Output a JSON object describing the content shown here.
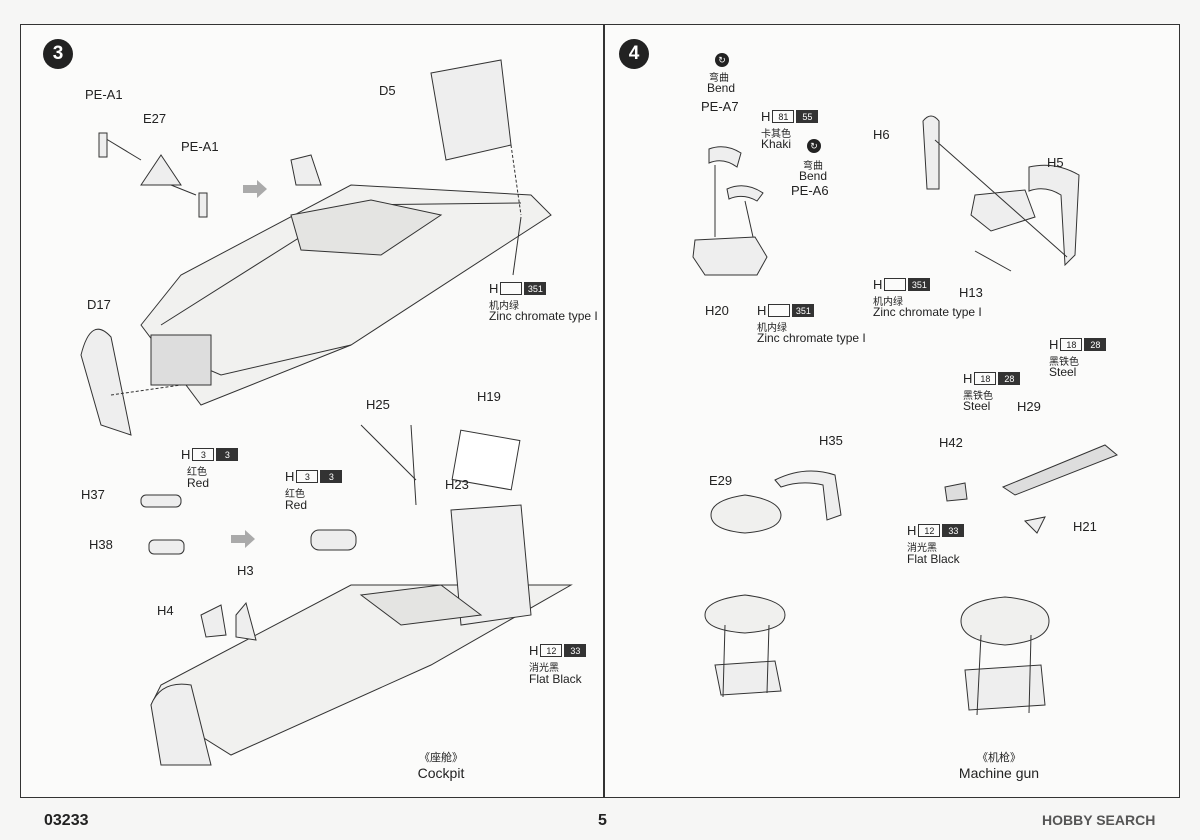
{
  "steps": {
    "s3": "3",
    "s4": "4"
  },
  "parts3": {
    "pe_a1_top": "PE-A1",
    "e27": "E27",
    "pe_a1_2": "PE-A1",
    "d5": "D5",
    "d17": "D17",
    "h25": "H25",
    "h19": "H19",
    "h23": "H23",
    "h37": "H37",
    "h38": "H38",
    "h3": "H3",
    "h4": "H4"
  },
  "paint3": {
    "zinc": {
      "prefix": "H",
      "blank": "",
      "code": "351",
      "zh": "机内绿",
      "en": "Zinc chromate type I"
    },
    "red1": {
      "prefix": "H",
      "c1": "3",
      "c2": "3",
      "zh": "红色",
      "en": "Red"
    },
    "red2": {
      "prefix": "H",
      "c1": "3",
      "c2": "3",
      "zh": "红色",
      "en": "Red"
    },
    "black": {
      "prefix": "H",
      "c1": "12",
      "c2": "33",
      "zh": "消光黑",
      "en": "Flat Black"
    }
  },
  "caption3": {
    "zh": "《座舱》",
    "en": "Cockpit"
  },
  "parts4": {
    "pe_a7": "PE-A7",
    "pe_a6": "PE-A6",
    "h20": "H20",
    "h6": "H6",
    "h5": "H5",
    "h13": "H13",
    "h35": "H35",
    "e29": "E29",
    "h29": "H29",
    "h42": "H42",
    "h21": "H21"
  },
  "bend": {
    "zh": "弯曲",
    "en": "Bend",
    "icon": "bend-icon"
  },
  "paint4": {
    "khaki": {
      "prefix": "H",
      "c1": "81",
      "c2": "55",
      "zh": "卡其色",
      "en": "Khaki"
    },
    "zinc_a": {
      "prefix": "H",
      "blank": "",
      "code": "351",
      "zh": "机内绿",
      "en": "Zinc chromate type I"
    },
    "zinc_b": {
      "prefix": "H",
      "blank": "",
      "code": "351",
      "zh": "机内绿",
      "en": "Zinc chromate type I"
    },
    "steel_a": {
      "prefix": "H",
      "c1": "18",
      "c2": "28",
      "zh": "黑铁色",
      "en": "Steel"
    },
    "steel_b": {
      "prefix": "H",
      "c1": "18",
      "c2": "28",
      "zh": "黑铁色",
      "en": "Steel"
    },
    "black": {
      "prefix": "H",
      "c1": "12",
      "c2": "33",
      "zh": "消光黑",
      "en": "Flat Black"
    }
  },
  "caption4": {
    "zh": "《机枪》",
    "en": "Machine gun"
  },
  "footer": {
    "code": "03233",
    "page": "5",
    "brand": "HOBBY SEARCH"
  }
}
